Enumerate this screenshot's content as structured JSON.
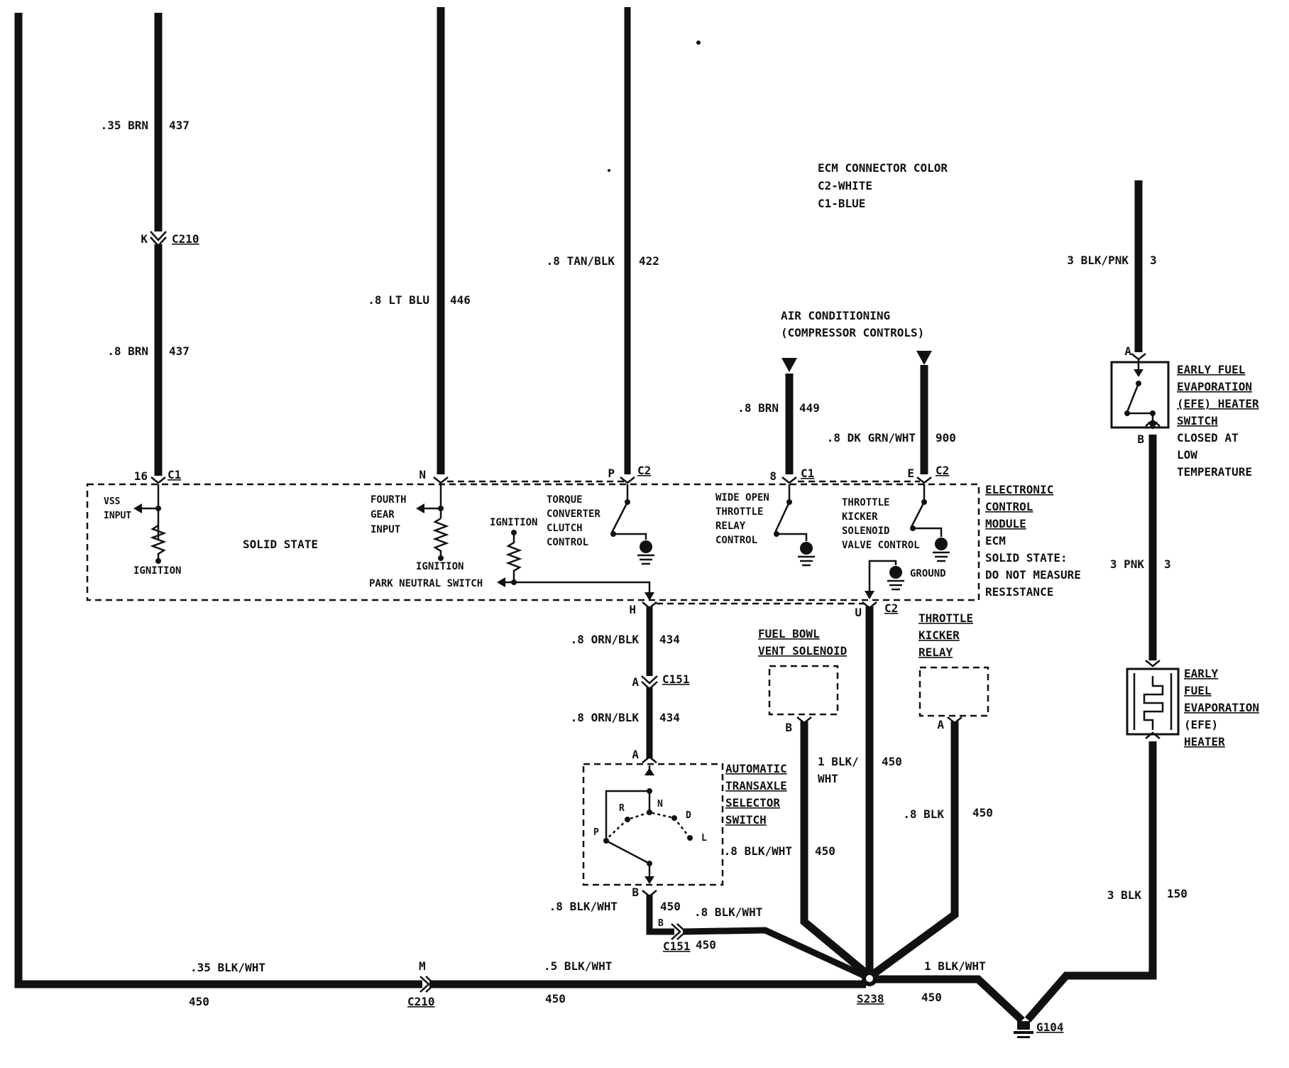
{
  "ecm_connector_color": {
    "title": "ECM CONNECTOR COLOR",
    "c2": "C2-WHITE",
    "c1": "C1-BLUE"
  },
  "wires": {
    "w437_top": {
      "size_color": ".35 BRN",
      "circuit": "437"
    },
    "w437_bottom": {
      "size_color": ".8 BRN",
      "circuit": "437"
    },
    "w446": {
      "size_color": ".8 LT BLU",
      "circuit": "446"
    },
    "w422": {
      "size_color": ".8 TAN/BLK",
      "circuit": "422"
    },
    "w449": {
      "size_color": ".8 BRN",
      "circuit": "449"
    },
    "w900": {
      "size_color": ".8 DK GRN/WHT",
      "circuit": "900"
    },
    "w3_top": {
      "size_color": "3 BLK/PNK",
      "circuit": "3"
    },
    "w3_mid": {
      "size_color": "3 PNK",
      "circuit": "3"
    },
    "w150": {
      "size_color": "3 BLK",
      "circuit": "150"
    },
    "w434_top": {
      "size_color": ".8 ORN/BLK",
      "circuit": "434"
    },
    "w434_bottom": {
      "size_color": ".8 ORN/BLK",
      "circuit": "434"
    },
    "w450_fuelbowl": {
      "size_color_1": "1 BLK/",
      "size_color_2": "WHT",
      "circuit": "450"
    },
    "w450_u": {
      "circuit": "450"
    },
    "w450_kicker": {
      "size_color": ".8 BLK",
      "circuit": "450"
    },
    "w450_selector": {
      "size_color": ".8 BLK/WHT",
      "circuit": "450"
    },
    "w450_selector_b": {
      "size_color": ".8 BLK/WHT",
      "circuit": "450"
    },
    "w450_c151": {
      "size_color": ".8 BLK/WHT",
      "circuit": "450"
    },
    "w450_left": {
      "size_color": ".35 BLK/WHT",
      "circuit": "450"
    },
    "w450_mid": {
      "size_color": ".5 BLK/WHT",
      "circuit": "450"
    },
    "w450_right": {
      "size_color": "1 BLK/WHT",
      "circuit": "450"
    }
  },
  "connectors": {
    "c210_k": {
      "pin": "K",
      "name": "C210"
    },
    "c1_16": {
      "pin": "16",
      "name": "C1"
    },
    "c_n": {
      "pin": "N"
    },
    "c2_p": {
      "pin": "P",
      "name": "C2"
    },
    "c1_8": {
      "pin": "8",
      "name": "C1"
    },
    "c2_e": {
      "pin": "E",
      "name": "C2"
    },
    "c_h": {
      "pin": "H"
    },
    "c2_u": {
      "pin": "U",
      "name": "C2"
    },
    "c151_a": {
      "pin": "A",
      "name": "C151"
    },
    "selector_a": {
      "pin": "A"
    },
    "selector_b": {
      "pin": "B"
    },
    "selector_b2": {
      "pin": "B"
    },
    "c151_b": {
      "name": "C151"
    },
    "c210_m": {
      "pin": "M",
      "name": "C210"
    },
    "s238": {
      "name": "S238"
    },
    "g104": {
      "name": "G104"
    },
    "efe_switch_a": {
      "pin": "A"
    },
    "efe_switch_b": {
      "pin": "B"
    },
    "fuel_bowl_b": {
      "pin": "B"
    },
    "kicker_a": {
      "pin": "A"
    }
  },
  "air_conditioning": {
    "line1": "AIR CONDITIONING",
    "line2": "(COMPRESSOR CONTROLS)"
  },
  "ecm": {
    "name_lines": [
      "ELECTRONIC",
      "CONTROL",
      "MODULE"
    ],
    "abbr": "ECM",
    "note_lines": [
      "SOLID STATE:",
      "DO NOT MEASURE",
      "RESISTANCE"
    ],
    "solid_state": "SOLID STATE",
    "vss": [
      "VSS",
      "INPUT"
    ],
    "ignition_vss": "IGNITION",
    "fourth_gear": [
      "FOURTH",
      "GEAR",
      "INPUT"
    ],
    "ignition_fourth": "IGNITION",
    "ignition_pns": "IGNITION",
    "park_neutral": "PARK NEUTRAL SWITCH",
    "tcc": [
      "TORQUE",
      "CONVERTER",
      "CLUTCH",
      "CONTROL"
    ],
    "wot": [
      "WIDE OPEN",
      "THROTTLE",
      "RELAY",
      "CONTROL"
    ],
    "tks": [
      "THROTTLE",
      "KICKER",
      "SOLENOID",
      "VALVE CONTROL"
    ],
    "ground": "GROUND"
  },
  "efe_switch": {
    "lines": [
      "EARLY FUEL",
      "EVAPORATION",
      "(EFE) HEATER",
      "SWITCH"
    ],
    "note_lines": [
      "CLOSED AT",
      "LOW",
      "TEMPERATURE"
    ]
  },
  "efe_heater": {
    "lines": [
      "EARLY",
      "FUEL",
      "EVAPORATION",
      "(EFE)",
      "HEATER"
    ]
  },
  "fuel_bowl": {
    "lines": [
      "FUEL BOWL",
      "VENT SOLENOID"
    ]
  },
  "kicker_relay": {
    "lines": [
      "THROTTLE",
      "KICKER",
      "RELAY"
    ]
  },
  "selector_switch": {
    "lines": [
      "AUTOMATIC",
      "TRANSAXLE",
      "SELECTOR",
      "SWITCH"
    ],
    "positions": {
      "p": "P",
      "r": "R",
      "n": "N",
      "d": "D",
      "l": "L"
    }
  }
}
